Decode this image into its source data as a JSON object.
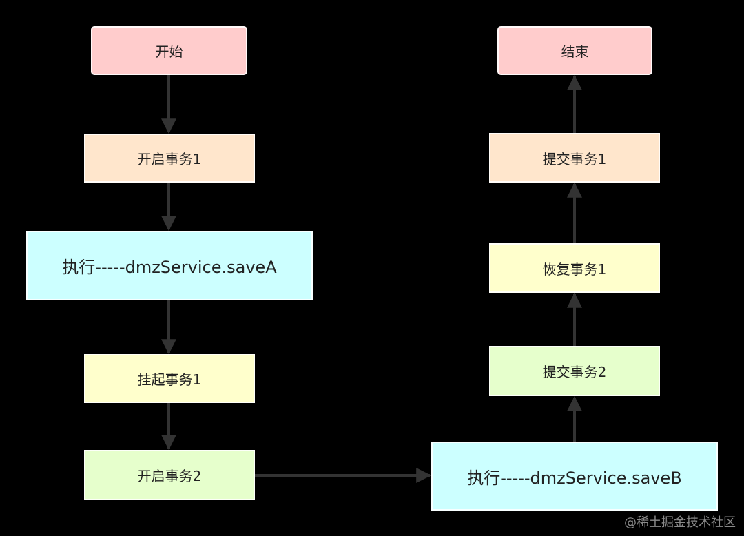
{
  "colors": {
    "background": "#000000",
    "terminal": "#ffcccc",
    "transaction": "#ffe6cc",
    "execute": "#ccffff",
    "suspend_restore": "#ffffcc",
    "inner_transaction": "#e6ffcc",
    "edge": "#333333"
  },
  "nodes": {
    "start": {
      "label": "开始",
      "fill": "#ffcccc"
    },
    "open1": {
      "label": "开启事务1",
      "fill": "#ffe6cc"
    },
    "execA": {
      "label": "执行-----dmzService.saveA",
      "fill": "#ccffff"
    },
    "suspend1": {
      "label": "挂起事务1",
      "fill": "#ffffcc"
    },
    "open2": {
      "label": "开启事务2",
      "fill": "#e6ffcc"
    },
    "execB": {
      "label": "执行-----dmzService.saveB",
      "fill": "#ccffff"
    },
    "commit2": {
      "label": "提交事务2",
      "fill": "#e6ffcc"
    },
    "restore1": {
      "label": "恢复事务1",
      "fill": "#ffffcc"
    },
    "commit1": {
      "label": "提交事务1",
      "fill": "#ffe6cc"
    },
    "end": {
      "label": "结束",
      "fill": "#ffcccc"
    }
  },
  "edges": [
    {
      "from": "start",
      "to": "open1"
    },
    {
      "from": "open1",
      "to": "execA"
    },
    {
      "from": "execA",
      "to": "suspend1"
    },
    {
      "from": "suspend1",
      "to": "open2"
    },
    {
      "from": "open2",
      "to": "execB"
    },
    {
      "from": "execB",
      "to": "commit2"
    },
    {
      "from": "commit2",
      "to": "restore1"
    },
    {
      "from": "restore1",
      "to": "commit1"
    },
    {
      "from": "commit1",
      "to": "end"
    }
  ],
  "watermark": "@稀土掘金技术社区"
}
